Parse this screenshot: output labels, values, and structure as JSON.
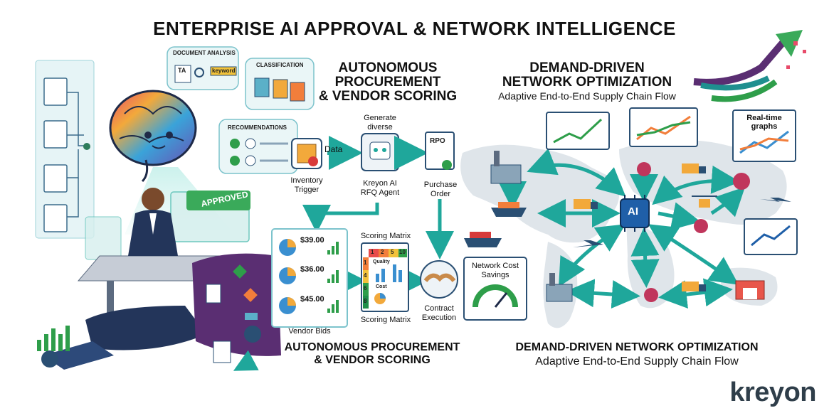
{
  "title": "ENTERPRISE AI APPROVAL & NETWORK INTELLIGENCE",
  "brain_panel": {
    "document_analysis": "DOCUMENT ANALYSIS",
    "ta": "TA",
    "keyword": "keyword",
    "classification": "CLASSIFICATION",
    "recommendations": "RECOMMENDATIONS",
    "approved": "APPROVED"
  },
  "procurement": {
    "heading_top": [
      "AUTONOMOUS",
      "PROCUREMENT",
      "& VENDOR SCORING"
    ],
    "heading_bottom": [
      "AUTONOMOUS PROCUREMENT",
      "& VENDOR SCORING"
    ],
    "data_label": "Data",
    "inventory_trigger": [
      "Inventory",
      "Trigger"
    ],
    "generate_diverse": [
      "Generate",
      "diverse"
    ],
    "rfq_agent": [
      "Kreyon AI",
      "RFQ Agent"
    ],
    "rpo": "RPO",
    "purchase_order": [
      "Purchase",
      "Order"
    ],
    "scoring_matrix_top": "Scoring Matrix",
    "scoring_matrix_bottom": "Scoring Matrix",
    "matrix_header": [
      "1",
      "2",
      "5",
      "10"
    ],
    "matrix_rows": [
      "1",
      "4",
      "6",
      "8"
    ],
    "quality": "Quality",
    "cost": "Cost",
    "bids": [
      "$39.00",
      "$36.00",
      "$45.00"
    ],
    "vendor_bids": "Vendor Bids",
    "contract_execution": [
      "Contract",
      "Execution"
    ],
    "network_cost_savings": [
      "Network Cost",
      "Savings"
    ]
  },
  "network": {
    "heading_top": [
      "DEMAND-DRIVEN",
      "NETWORK OPTIMIZATION"
    ],
    "subheading_top": "Adaptive End-to-End Supply Chain Flow",
    "heading_bottom": "DEMAND-DRIVEN NETWORK OPTIMIZATION",
    "subheading_bottom": "Adaptive End-to-End Supply Chain Flow",
    "ai_hub": "AI",
    "realtime_graphs": [
      "Real-time",
      "graphs"
    ]
  },
  "logo": "kreyon",
  "colors": {
    "teal": "#2bb3a8",
    "navy": "#1f3b6e",
    "purple": "#5a2e72",
    "accent_green": "#2e9e4a"
  }
}
